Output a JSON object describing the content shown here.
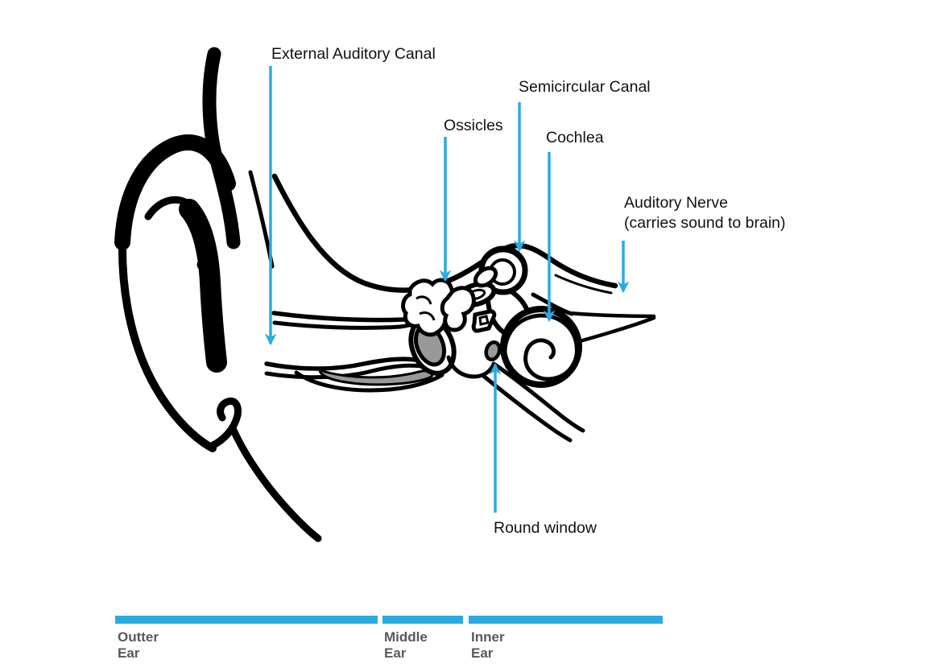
{
  "diagram": {
    "subject": "Human ear anatomy cross-section",
    "colors": {
      "accent": "#29ABE2",
      "ink": "#000000",
      "label_text": "#111111",
      "region_label_text": "#58595B",
      "shade_gray": "#999999"
    },
    "callouts": {
      "external_auditory_canal": {
        "label": "External Auditory Canal"
      },
      "semicircular_canal": {
        "label": "Semicircular Canal"
      },
      "ossicles": {
        "label": "Ossicles"
      },
      "cochlea": {
        "label": "Cochlea"
      },
      "auditory_nerve": {
        "label": "Auditory Nerve",
        "sublabel": "(carries sound to brain)"
      },
      "round_window": {
        "label": "Round window"
      }
    },
    "regions": {
      "outer": {
        "line1": "Outter",
        "line2": "Ear"
      },
      "middle": {
        "line1": "Middle",
        "line2": "Ear"
      },
      "inner": {
        "line1": "Inner",
        "line2": "Ear"
      }
    }
  }
}
